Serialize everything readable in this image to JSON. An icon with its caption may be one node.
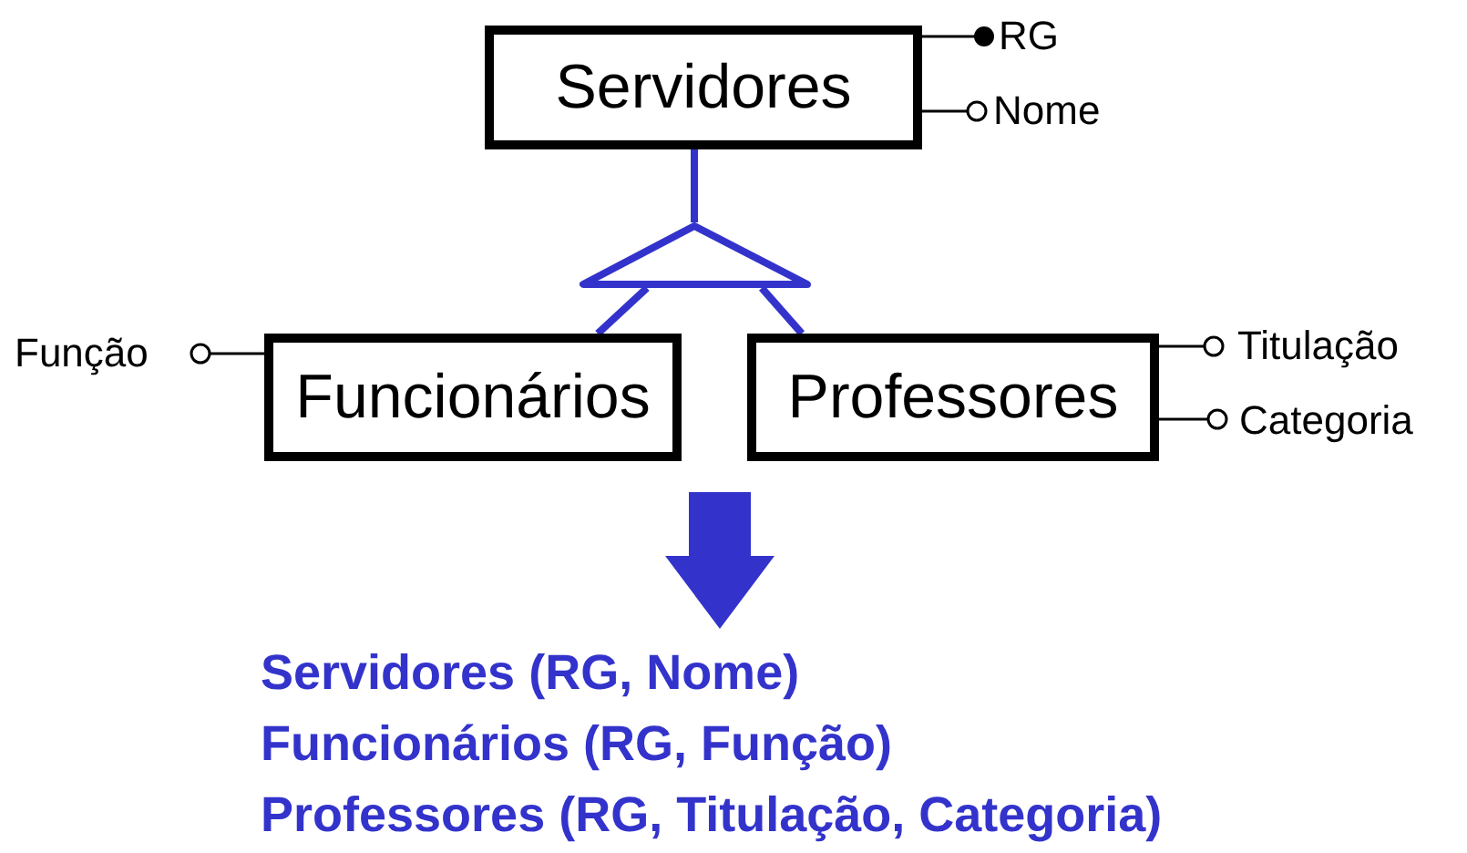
{
  "diagram": {
    "nodes": [
      {
        "text": [
          "Servidores"
        ]
      },
      {
        "text": [
          "RG"
        ]
      },
      {
        "text": [
          "Nome"
        ]
      },
      {
        "text": [
          "Funcionários"
        ]
      },
      {
        "text": [
          "Professores"
        ]
      },
      {
        "text": [
          "Função"
        ]
      },
      {
        "text": [
          "Titulação"
        ]
      },
      {
        "text": [
          "Categoria"
        ]
      },
      {
        "text": [],
        "shape": "triangle"
      }
    ],
    "edges": [
      {
        "from": 0,
        "to": 1,
        "arrow": "other"
      },
      {
        "from": 0,
        "to": 2,
        "arrow": "other"
      },
      {
        "from": 0,
        "to": 8,
        "arrow": "none",
        "style": "thick",
        "color": "#3333cc"
      },
      {
        "from": 8,
        "to": 3,
        "arrow": "none",
        "style": "thick",
        "color": "#3333cc"
      },
      {
        "from": 8,
        "to": 4,
        "arrow": "none",
        "style": "thick",
        "color": "#3333cc"
      },
      {
        "from": 3,
        "to": 5,
        "arrow": "other"
      },
      {
        "from": 4,
        "to": 6,
        "arrow": "other"
      },
      {
        "from": 4,
        "to": 7,
        "arrow": "other"
      }
    ],
    "labels": [
      "Servidores (RG, Nome)",
      "Funcionários (RG, Função)",
      "Professores (RG, Titulação, Categoria)"
    ]
  }
}
